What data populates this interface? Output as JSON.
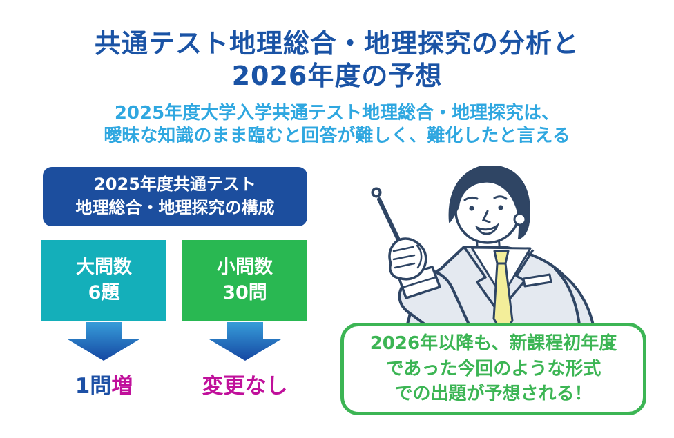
{
  "title": {
    "line1": "共通テスト地理総合・地理探究の分析と",
    "line2": "2026年度の予想"
  },
  "subtitle": {
    "line1": "2025年度大学入学共通テスト地理総合・地理探究は、",
    "line2": "曖昧な知識のまま臨むと回答が難しく、難化したと言える"
  },
  "structure_panel": {
    "header_line1": "2025年度共通テスト",
    "header_line2": "地理総合・地理探究の構成",
    "cards": [
      {
        "label": "大問数",
        "value": "6題",
        "outcome_prefix": "1問",
        "outcome_suffix": "増"
      },
      {
        "label": "小問数",
        "value": "30問",
        "outcome_prefix": "",
        "outcome_suffix": "変更なし"
      }
    ]
  },
  "prediction_box": {
    "line1": "2026年以降も、新課程初年度",
    "line2": "であった今回のような形式",
    "line3": "での出題が予想される！"
  },
  "illustration": {
    "description": "teacher-with-pointer-stick"
  },
  "colors": {
    "title_blue": "#1A53A5",
    "subtitle_blue": "#2FA7E0",
    "header_bg": "#1C4E9E",
    "card_teal": "#14AFBA",
    "card_green": "#29B852",
    "arrow_gradient_top": "#379DD9",
    "arrow_gradient_bottom": "#1547A2",
    "outcome_blue": "#1D50A5",
    "outcome_magenta": "#C0109B",
    "prediction_green": "#3CB554",
    "illustration_outline": "#2F4564",
    "illustration_jacket": "#E4E9F0",
    "illustration_tie": "#F3EE9A"
  }
}
